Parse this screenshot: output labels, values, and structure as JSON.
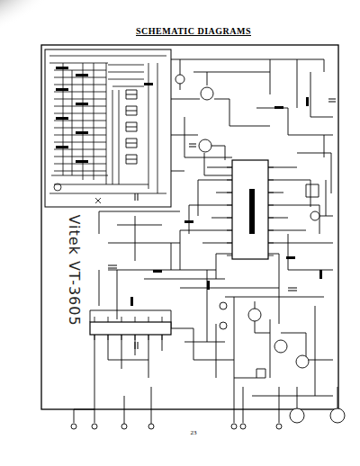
{
  "diagram": {
    "title": "SCHEMATIC DIAGRAMS",
    "labels": [
      "Vitek VT-3605",
      "23"
    ]
  }
}
